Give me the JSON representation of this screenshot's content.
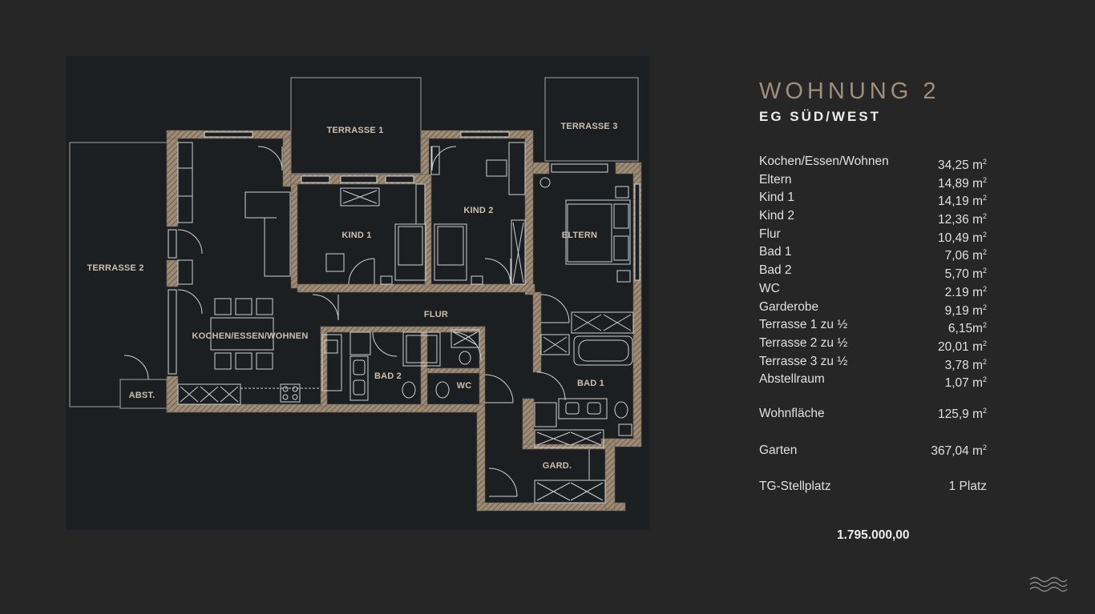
{
  "plan": {
    "rooms": {
      "terrasse1": "TERRASSE 1",
      "terrasse2": "TERRASSE 2",
      "terrasse3": "TERRASSE 3",
      "kind1": "KIND 1",
      "kind2": "KIND 2",
      "eltern": "ELTERN",
      "flur": "FLUR",
      "kochen": "KOCHEN/ESSEN/WOHNEN",
      "bad1": "BAD 1",
      "bad2": "BAD 2",
      "wc": "WC",
      "abst": "ABST.",
      "gard": "GARD."
    }
  },
  "header": {
    "title": "WOHNUNG 2",
    "subtitle": "EG SÜD/WEST"
  },
  "areas": [
    {
      "name": "Kochen/Essen/Wohnen",
      "value": "34,25 m",
      "unit_sup": "2"
    },
    {
      "name": "Eltern",
      "value": "14,89 m",
      "unit_sup": "2"
    },
    {
      "name": "Kind 1",
      "value": "14,19 m",
      "unit_sup": "2"
    },
    {
      "name": "Kind 2",
      "value": "12,36 m",
      "unit_sup": "2"
    },
    {
      "name": "Flur",
      "value": "10,49 m",
      "unit_sup": "2"
    },
    {
      "name": "Bad 1",
      "value": "7,06 m",
      "unit_sup": "2"
    },
    {
      "name": "Bad 2",
      "value": "5,70 m",
      "unit_sup": "2"
    },
    {
      "name": "WC",
      "value": "2.19 m",
      "unit_sup": "2"
    },
    {
      "name": "Garderobe",
      "value": "9,19 m",
      "unit_sup": "2"
    },
    {
      "name": "Terrasse 1 zu ½",
      "value": "6,15m",
      "unit_sup": "2"
    },
    {
      "name": "Terrasse 2 zu ½",
      "value": "20,01 m",
      "unit_sup": "2"
    },
    {
      "name": "Terrasse 3 zu ½",
      "value": "3,78 m",
      "unit_sup": "2"
    },
    {
      "name": "Abstellraum",
      "value": "1,07 m",
      "unit_sup": "2"
    }
  ],
  "summary": {
    "wohnflaeche": {
      "name": "Wohnfläche",
      "value": "125,9 m",
      "unit_sup": "2"
    },
    "garten": {
      "name": "Garten",
      "value": "367,04 m",
      "unit_sup": "2"
    },
    "stellplatz": {
      "name": "TG-Stellplatz",
      "value": "1 Platz"
    }
  },
  "price": "1.795.000,00",
  "colors": {
    "background": "#262626",
    "plan_background": "#1c1f22",
    "title": "#a08e7a",
    "text": "#e0e0e0",
    "wall": "#9d8b75"
  },
  "icons": [
    "wave-logo-icon"
  ]
}
